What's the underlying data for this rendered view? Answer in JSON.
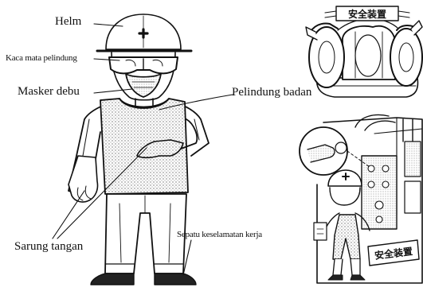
{
  "labels": {
    "helm": "Helm",
    "kaca_mata": "Kaca mata pelindung",
    "masker": "Masker debu",
    "pelindung_badan": "Pelindung badan",
    "sarung_tangan": "Sarung tangan",
    "sepatu": "Sepatu keselamatan kerja"
  },
  "signs": {
    "top": "安全装置",
    "bottom": "安全装置"
  },
  "colors": {
    "ink": "#111111",
    "paper": "#ffffff",
    "stipple": "#8a8a8a"
  }
}
